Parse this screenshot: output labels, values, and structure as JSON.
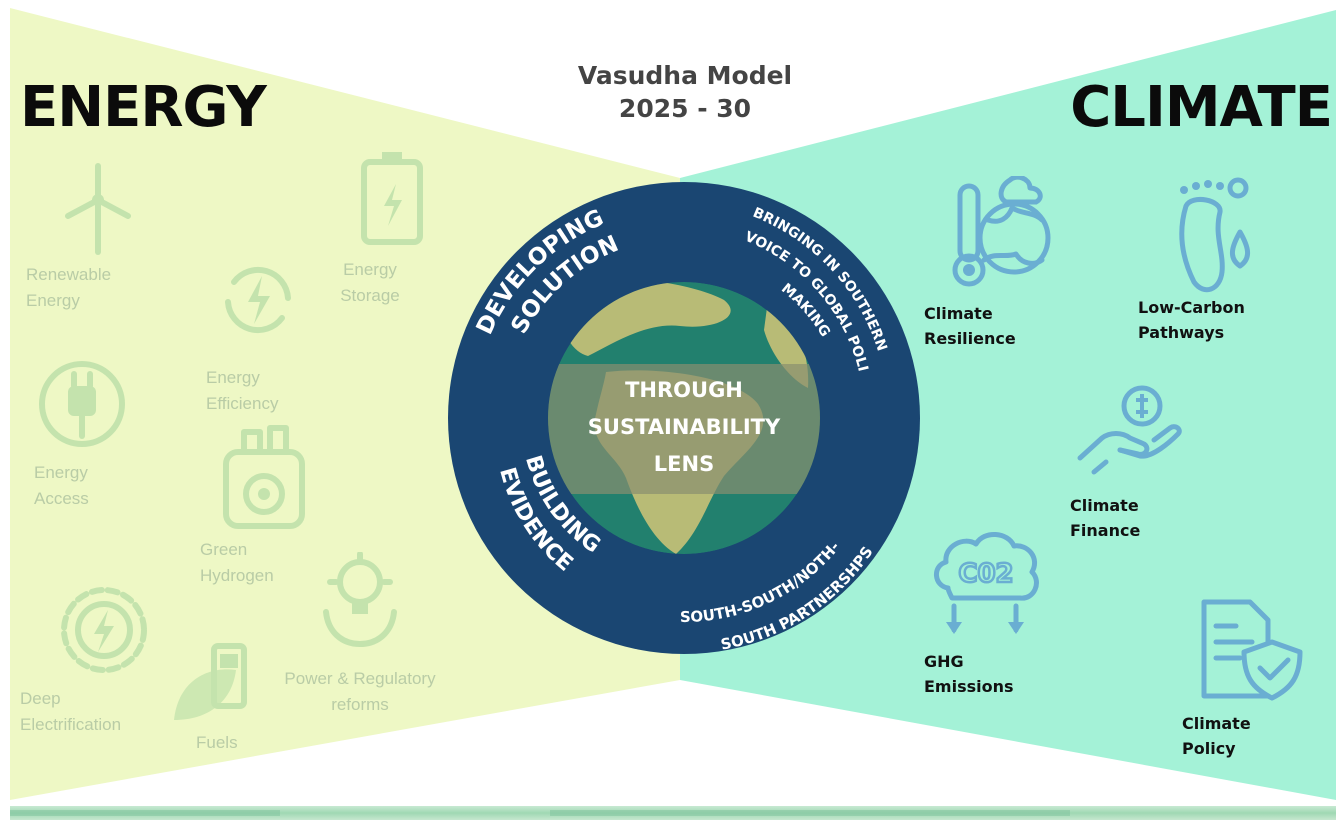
{
  "header": {
    "left_title": "ENERGY",
    "right_title": "CLIMATE",
    "model_name": "Vasudha Model",
    "model_years": "2025 - 30"
  },
  "center": {
    "core_lines": [
      "THROUGH",
      "SUSTAINABILITY",
      "LENS"
    ],
    "ring_segments": {
      "top_left": [
        "DEVELOPING",
        "SOLUTIONS"
      ],
      "top_right": [
        "BRINGING IN SOUTHERN",
        "VOICE TO GLOBAL POLICY",
        "MAKING"
      ],
      "bottom_left": [
        "BUILDING",
        "EVIDENCE"
      ],
      "bottom_right": [
        "SOUTH-SOUTH/NOTH-",
        "SOUTH PARTNERSHPS"
      ]
    }
  },
  "energy_items": [
    {
      "icon": "wind-turbine-icon",
      "lines": [
        "Renewable",
        "Energy"
      ]
    },
    {
      "icon": "battery-icon",
      "lines": [
        "Energy",
        "Storage"
      ]
    },
    {
      "icon": "recycle-bolt-icon",
      "lines": [
        "Energy",
        "Efficiency"
      ]
    },
    {
      "icon": "plug-icon",
      "lines": [
        "Energy",
        "Access"
      ]
    },
    {
      "icon": "hydrogen-tank-icon",
      "lines": [
        "Green",
        "Hydrogen"
      ]
    },
    {
      "icon": "bolt-gear-icon",
      "lines": [
        "Deep",
        "Electrification"
      ]
    },
    {
      "icon": "leaf-fuel-icon",
      "lines": [
        "Fuels"
      ]
    },
    {
      "icon": "bulb-hand-icon",
      "lines": [
        "Power & Regulatory",
        "reforms"
      ]
    }
  ],
  "climate_items": [
    {
      "icon": "earth-thermometer-icon",
      "lines": [
        "Climate",
        "Resilience"
      ]
    },
    {
      "icon": "footprint-icon",
      "lines": [
        "Low-Carbon",
        "Pathways"
      ]
    },
    {
      "icon": "hand-coin-icon",
      "lines": [
        "Climate",
        "Finance"
      ]
    },
    {
      "icon": "co2-cloud-icon",
      "lines": [
        "GHG",
        "Emissions"
      ]
    },
    {
      "icon": "policy-document-icon",
      "lines": [
        "Climate",
        "Policy"
      ]
    }
  ],
  "colors": {
    "energy_panel": "#eef8c5",
    "climate_panel": "#a4f2d7",
    "ring": "#1a4672",
    "ocean": "#22806e",
    "land": "#b8bb76",
    "lens_band": "#898f6f",
    "energy_text": "#b9cca6",
    "climate_icon": "#6aaed2",
    "heading_text": "#0b0b0b"
  }
}
